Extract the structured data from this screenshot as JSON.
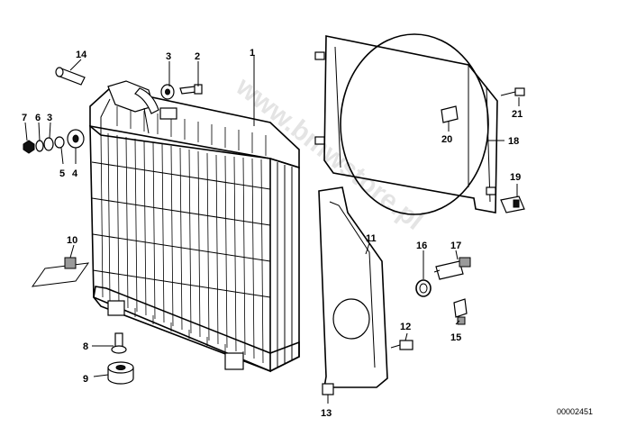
{
  "diagram": {
    "reference_number": "00002451",
    "watermark": "www.bmwstore.pl",
    "callouts": {
      "c1": "1",
      "c2": "2",
      "c3a": "3",
      "c3b": "3",
      "c4": "4",
      "c5": "5",
      "c6": "6",
      "c7": "7",
      "c8": "8",
      "c9": "9",
      "c10": "10",
      "c11": "11",
      "c12": "12",
      "c13": "13",
      "c14": "14",
      "c15": "15",
      "c16": "16",
      "c17": "17",
      "c18": "18",
      "c19": "19",
      "c20": "20",
      "c21": "21"
    }
  }
}
